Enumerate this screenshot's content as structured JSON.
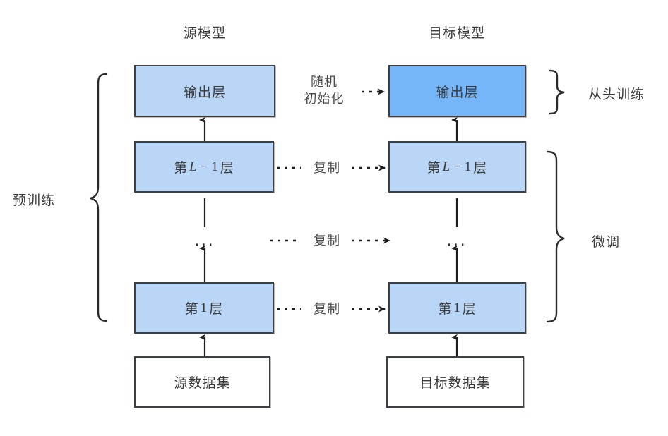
{
  "diagram": {
    "title_source": "源模型",
    "title_target": "目标模型",
    "columns": [
      {
        "name": "source",
        "header": "源模型"
      },
      {
        "name": "target",
        "header": "目标模型"
      }
    ],
    "source_stack": [
      {
        "id": "source-output-layer",
        "label": "输出层",
        "fill": "#b9d6f7"
      },
      {
        "id": "source-layer-l-minus-1",
        "label_prefix": "第",
        "label_var": "L",
        "label_op": "−",
        "label_num": "1",
        "label_suffix": "层",
        "fill": "#b9d6f7"
      },
      {
        "id": "source-ellipsis",
        "label": "..."
      },
      {
        "id": "source-layer-1",
        "label_prefix": "第",
        "label_num": "1",
        "label_suffix": "层",
        "fill": "#b9d6f7"
      },
      {
        "id": "source-dataset",
        "label": "源数据集",
        "fill": "#ffffff"
      }
    ],
    "target_stack": [
      {
        "id": "target-output-layer",
        "label": "输出层",
        "fill": "#74b6f7"
      },
      {
        "id": "target-layer-l-minus-1",
        "label_prefix": "第",
        "label_var": "L",
        "label_op": "−",
        "label_num": "1",
        "label_suffix": "层",
        "fill": "#b9d6f7"
      },
      {
        "id": "target-ellipsis",
        "label": "..."
      },
      {
        "id": "target-layer-1",
        "label_prefix": "第",
        "label_num": "1",
        "label_suffix": "层",
        "fill": "#b9d6f7"
      },
      {
        "id": "target-dataset",
        "label": "目标数据集",
        "fill": "#ffffff"
      }
    ],
    "transfer_labels": {
      "random_init_line1": "随机",
      "random_init_line2": "初始化",
      "copy_l_minus_1": "复制",
      "copy_middle": "复制",
      "copy_layer_1": "复制"
    },
    "brace_labels": {
      "pretrain": "预训练",
      "scratch": "从头训练",
      "finetune": "微调"
    },
    "colors": {
      "light_blue": "#b9d6f7",
      "dark_blue": "#74b6f7",
      "box_border": "#3b3f46",
      "text": "#3a3a3a",
      "background": "#ffffff"
    }
  }
}
